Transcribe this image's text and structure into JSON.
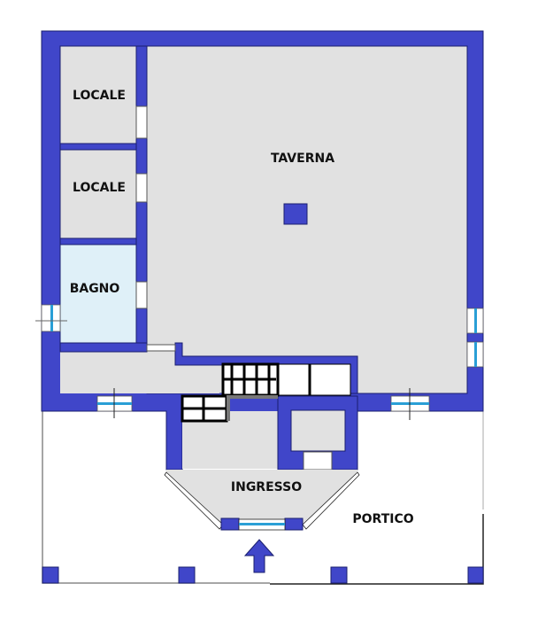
{
  "plan": {
    "title": "Floor plan",
    "colors": {
      "wall": "#4046c9",
      "wall_stroke": "#1a1f6e",
      "floor": "#e1e1e1",
      "bath_floor": "#dff0f8",
      "window_glass": "#2a9fd6",
      "outline": "#222222",
      "background": "#ffffff"
    },
    "rooms": [
      {
        "id": "locale-1",
        "label": "LOCALE"
      },
      {
        "id": "locale-2",
        "label": "LOCALE"
      },
      {
        "id": "bagno",
        "label": "BAGNO"
      },
      {
        "id": "taverna",
        "label": "TAVERNA"
      },
      {
        "id": "ingresso",
        "label": "INGRESSO"
      },
      {
        "id": "portico",
        "label": "PORTICO"
      }
    ],
    "entrance_arrow": "up-arrow-icon"
  }
}
